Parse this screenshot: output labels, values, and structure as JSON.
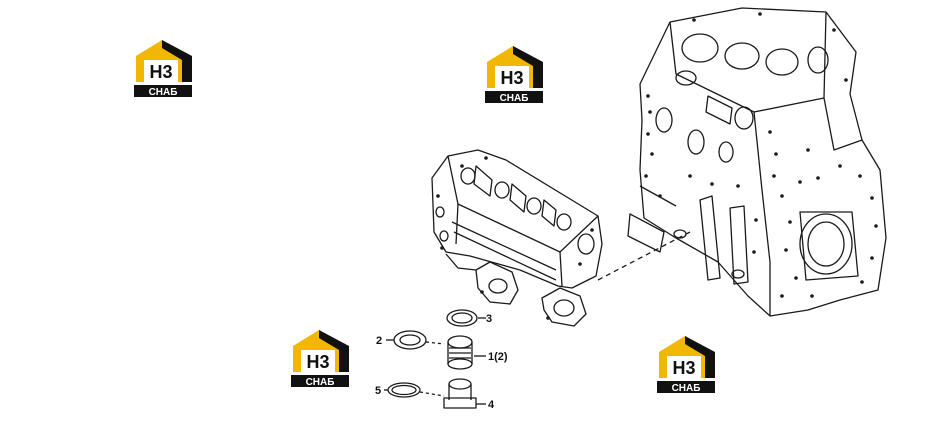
{
  "logo": {
    "mark_text": "H3",
    "sub_text": "СНАБ",
    "colors": {
      "yellow": "#f2b705",
      "black": "#111111"
    }
  },
  "diagram": {
    "callouts": [
      {
        "id": "3",
        "label": "3"
      },
      {
        "id": "2",
        "label": "2"
      },
      {
        "id": "1",
        "label": "1(2)"
      },
      {
        "id": "5",
        "label": "5"
      },
      {
        "id": "4",
        "label": "4"
      }
    ],
    "line_color": "#1a1a1a"
  }
}
